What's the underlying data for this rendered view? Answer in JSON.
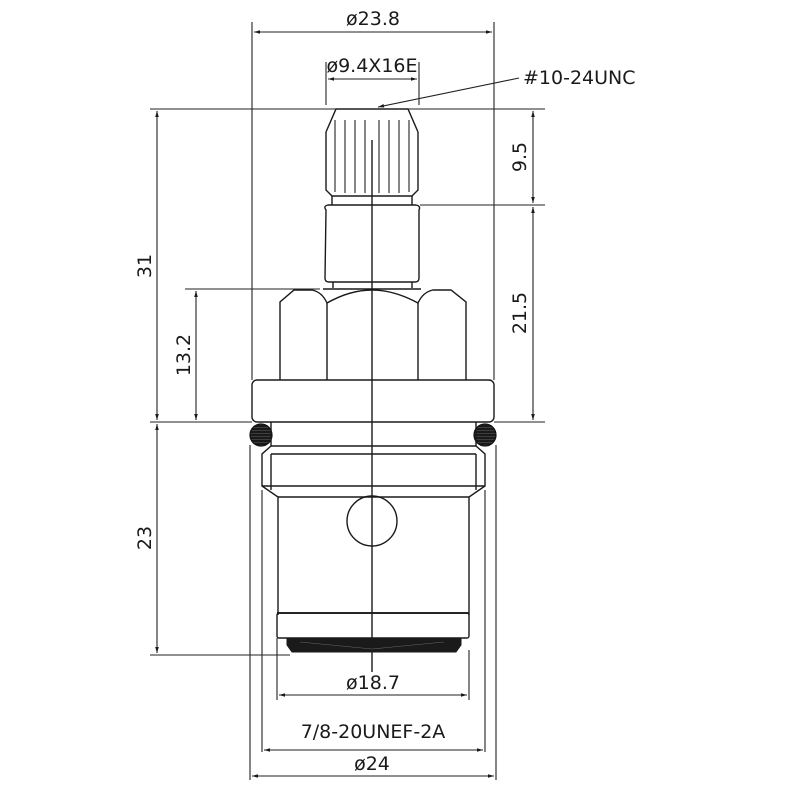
{
  "drawing": {
    "title": "Tap cartridge dimension drawing",
    "line_color": "#1a1a1a",
    "background": "#ffffff"
  },
  "dimensions": {
    "top_overall_diameter": "ø23.8",
    "spline_spec": "ø9.4X16E",
    "thread_callout": "#10-24UNC",
    "spline_height": "9.5",
    "stem_to_flange": "21.5",
    "overall_upper_height": "31",
    "hex_height": "13.2",
    "lower_body_height": "23",
    "bottom_diameter": "ø18.7",
    "thread_spec": "7/8-20UNEF-2A",
    "outer_diameter": "ø24"
  }
}
